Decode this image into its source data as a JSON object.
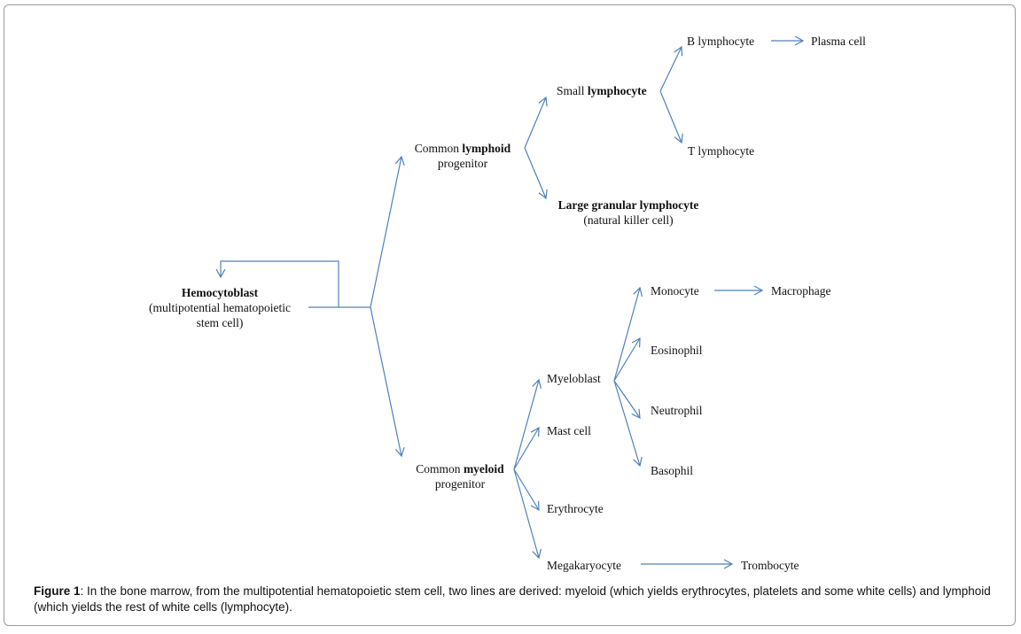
{
  "nodes": {
    "hemocytoblast": {
      "name": "Hemocytoblast",
      "desc1": "(multipotential hematopoietic",
      "desc2": "stem cell)"
    },
    "clp": {
      "pre": "Common ",
      "bold": "lymphoid",
      "line2": "progenitor"
    },
    "cmp": {
      "pre": "Common ",
      "bold": "myeloid",
      "line2": "progenitor"
    },
    "small_lymphocyte": {
      "pre": "Small ",
      "bold": "lymphocyte"
    },
    "large_granular": {
      "name": "Large granular lymphocyte",
      "desc": "(natural killer cell)"
    },
    "b_lymphocyte": "B lymphocyte",
    "t_lymphocyte": "T lymphocyte",
    "plasma_cell": "Plasma cell",
    "myeloblast": "Myeloblast",
    "mast_cell": "Mast cell",
    "erythrocyte": "Erythrocyte",
    "megakaryocyte": "Megakaryocyte",
    "trombocyte": "Trombocyte",
    "monocyte": "Monocyte",
    "macrophage": "Macrophage",
    "eosinophil": "Eosinophil",
    "neutrophil": "Neutrophil",
    "basophil": "Basophil"
  },
  "colors": {
    "arrow": "#4f81bd",
    "frame": "#9a9a9a",
    "text": "#111111"
  },
  "caption": {
    "label": "Figure 1",
    "text": ": In the bone marrow, from the multipotential hematopoietic stem cell, two lines are derived: myeloid (which yields erythrocytes, platelets and some white cells) and lymphoid (which yields the rest of white cells (lymphocyte)."
  }
}
